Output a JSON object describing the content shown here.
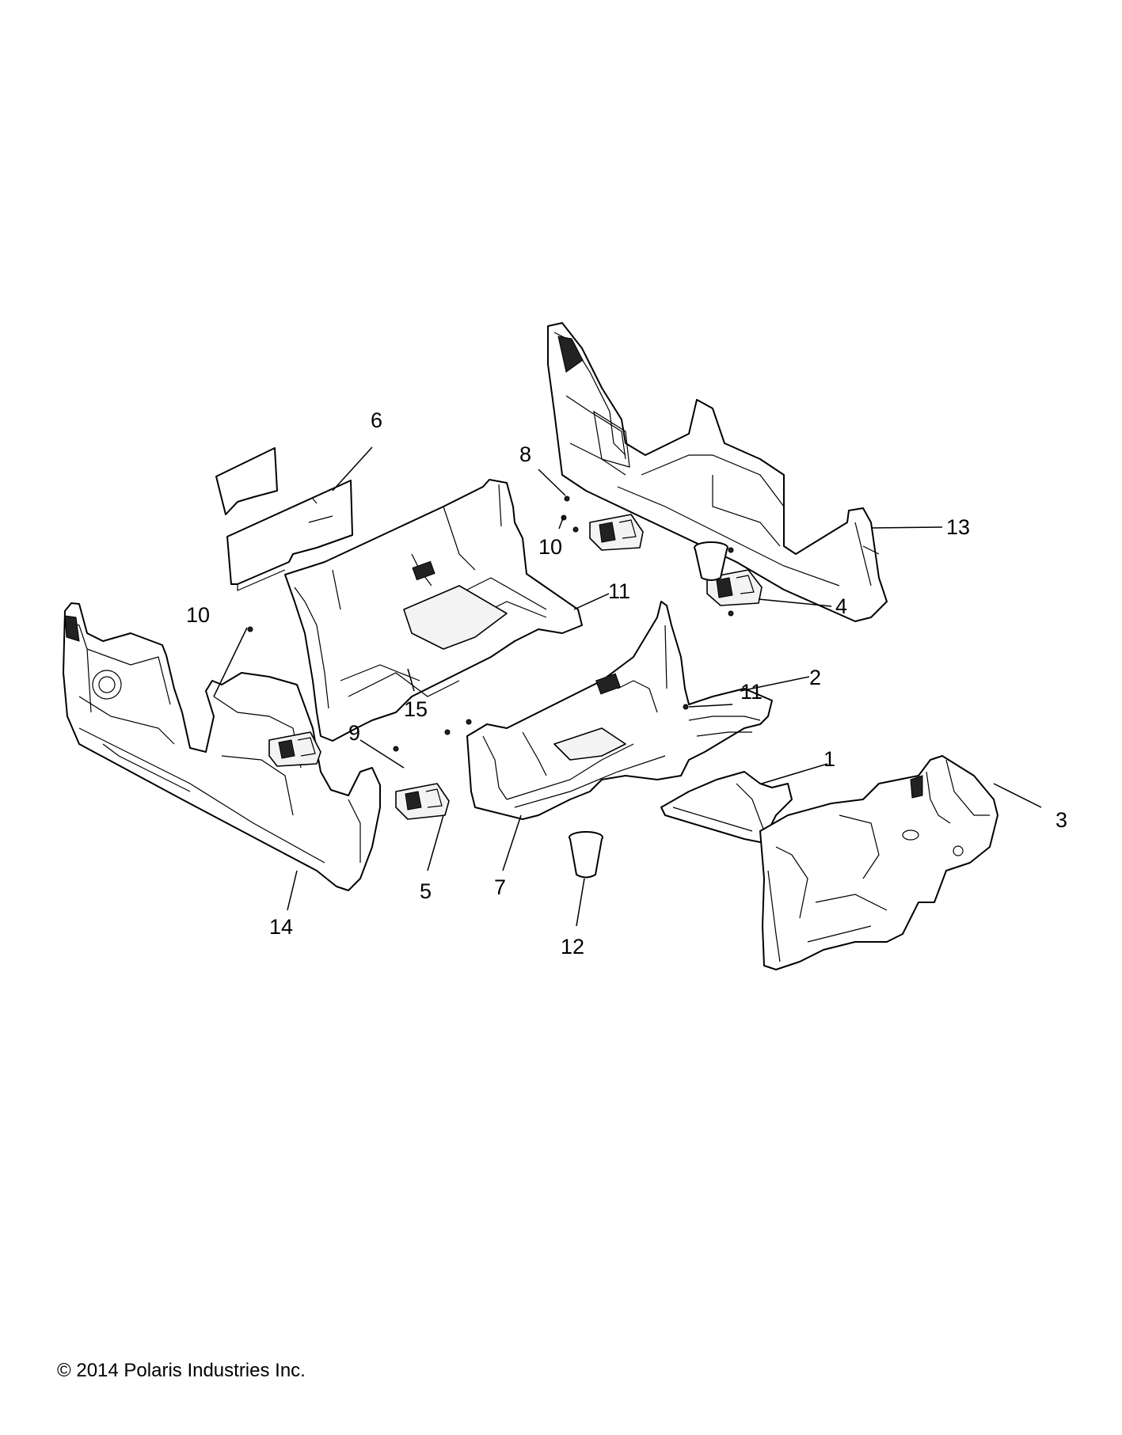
{
  "copyright": "© 2014 Polaris Industries Inc.",
  "callouts": {
    "c1": "1",
    "c2": "2",
    "c3": "3",
    "c4": "4",
    "c5": "5",
    "c6": "6",
    "c7": "7",
    "c8": "8",
    "c9": "9",
    "c10a": "10",
    "c10b": "10",
    "c11a": "11",
    "c11b": "11",
    "c12": "12",
    "c13": "13",
    "c14": "14",
    "c15": "15"
  }
}
